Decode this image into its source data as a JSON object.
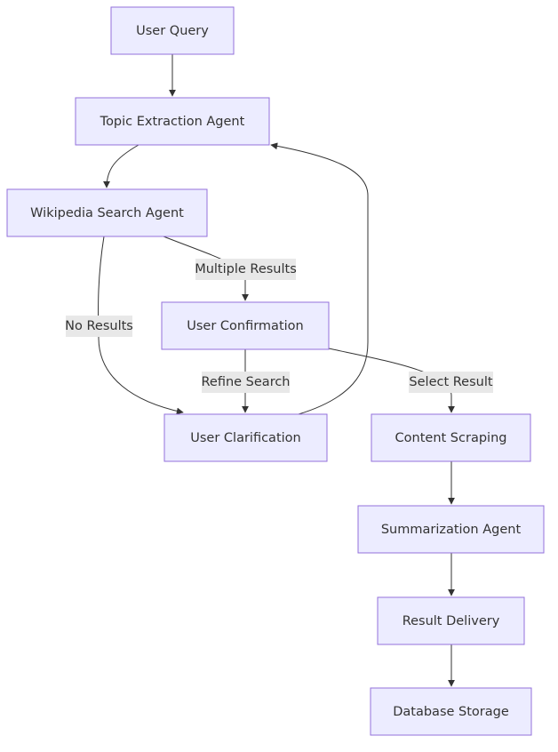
{
  "diagram": {
    "type": "flowchart",
    "nodes": {
      "user_query": "User Query",
      "topic_extraction": "Topic Extraction Agent",
      "wikipedia_search": "Wikipedia Search Agent",
      "user_confirmation": "User Confirmation",
      "user_clarification": "User Clarification",
      "content_scraping": "Content Scraping",
      "summarization": "Summarization Agent",
      "result_delivery": "Result Delivery",
      "database_storage": "Database Storage"
    },
    "edge_labels": {
      "multiple_results": "Multiple Results",
      "no_results": "No Results",
      "refine_search": "Refine Search",
      "select_result": "Select Result"
    },
    "edges": [
      {
        "from": "User Query",
        "to": "Topic Extraction Agent"
      },
      {
        "from": "Topic Extraction Agent",
        "to": "Wikipedia Search Agent"
      },
      {
        "from": "Wikipedia Search Agent",
        "to": "User Confirmation",
        "label": "Multiple Results"
      },
      {
        "from": "Wikipedia Search Agent",
        "to": "User Clarification",
        "label": "No Results"
      },
      {
        "from": "User Confirmation",
        "to": "User Clarification",
        "label": "Refine Search"
      },
      {
        "from": "User Confirmation",
        "to": "Content Scraping",
        "label": "Select Result"
      },
      {
        "from": "User Clarification",
        "to": "Topic Extraction Agent"
      },
      {
        "from": "Content Scraping",
        "to": "Summarization Agent"
      },
      {
        "from": "Summarization Agent",
        "to": "Result Delivery"
      },
      {
        "from": "Result Delivery",
        "to": "Database Storage"
      }
    ],
    "colors": {
      "node_fill": "#ECECFF",
      "node_stroke": "#9370DB",
      "edge_stroke": "#333333",
      "label_background": "#e8e8e8",
      "text": "#333333"
    }
  }
}
